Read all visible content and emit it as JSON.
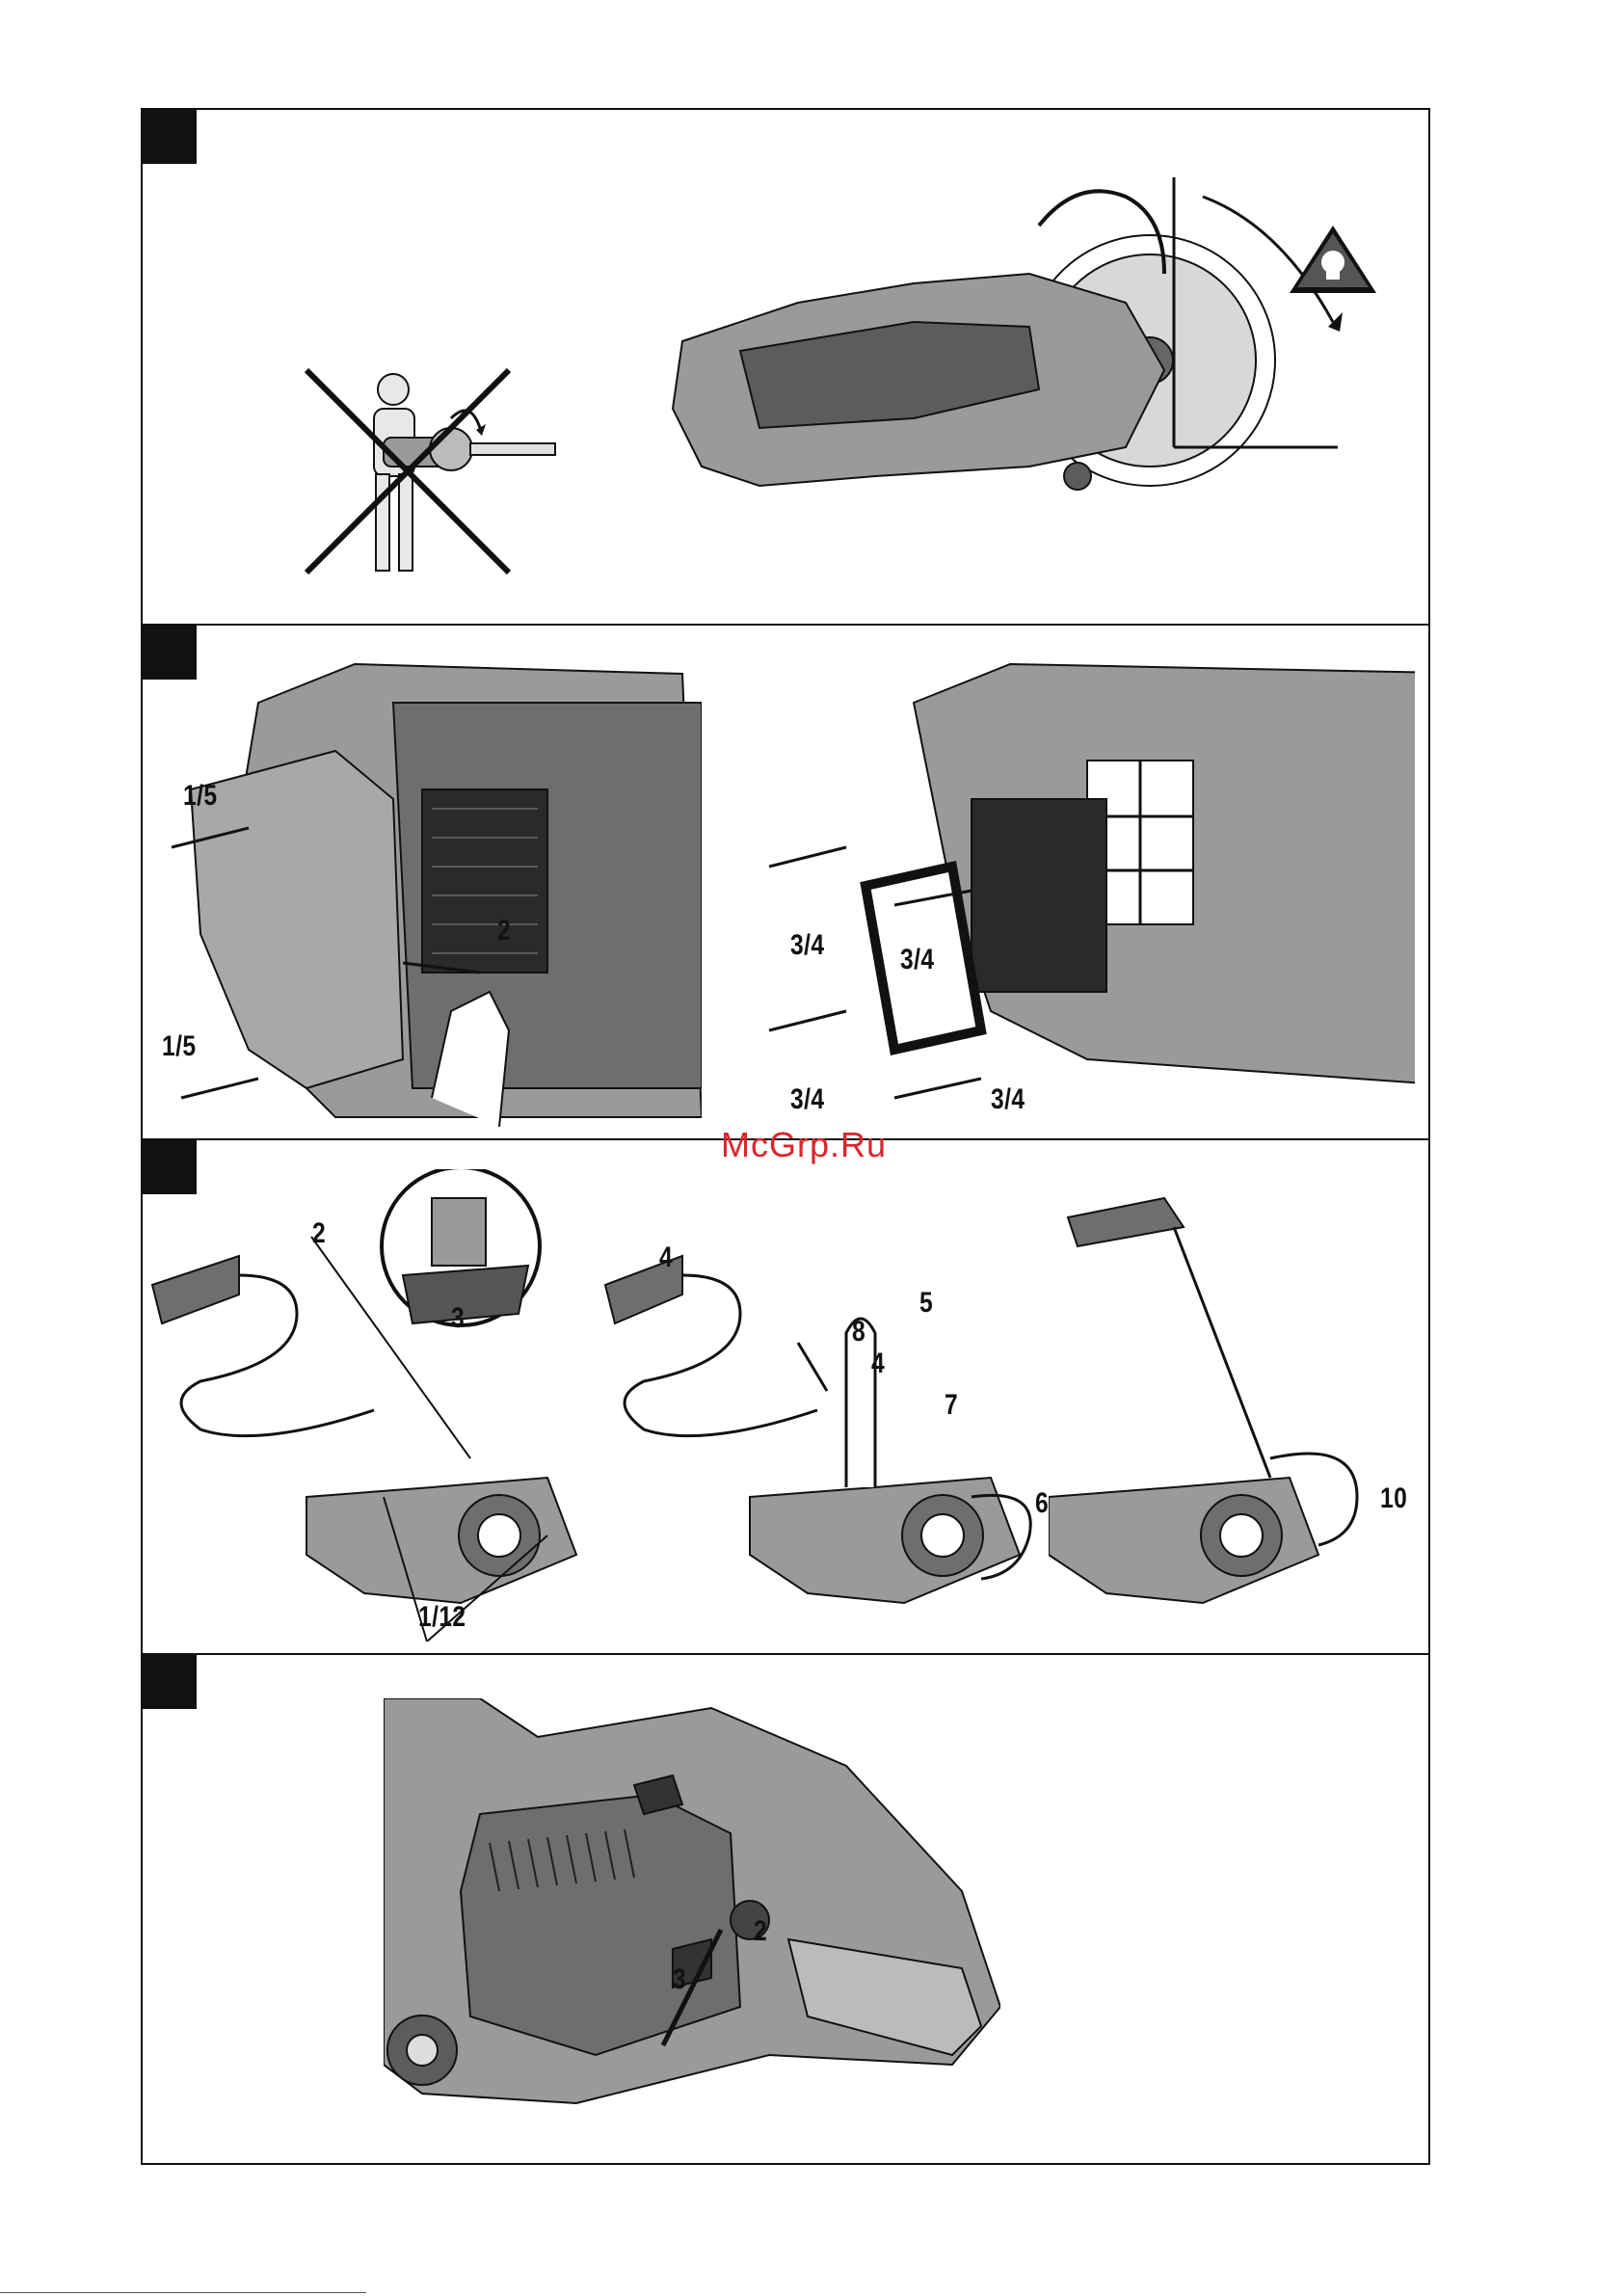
{
  "panels": [
    {
      "id": 1,
      "labels": []
    },
    {
      "id": 2,
      "labels": [
        "1/5",
        "2",
        "1/5",
        "3/4",
        "3/4",
        "3/4",
        "3/4"
      ]
    },
    {
      "id": 3,
      "labels": [
        "2",
        "3",
        "1/12",
        "4",
        "5",
        "8",
        "4",
        "7",
        "6",
        "10"
      ]
    },
    {
      "id": 4,
      "labels": [
        "2",
        "3"
      ]
    }
  ],
  "watermark": "McGrp.Ru",
  "colors": {
    "line": "#111111",
    "device_gray": "#9a9a9a",
    "dark_gray": "#4a4a4a",
    "watermark": "#d9262b"
  },
  "icons": [
    "skull-warning-icon",
    "prohibited-cross-icon",
    "double-arrow-icon",
    "rotation-arrow-icon"
  ]
}
